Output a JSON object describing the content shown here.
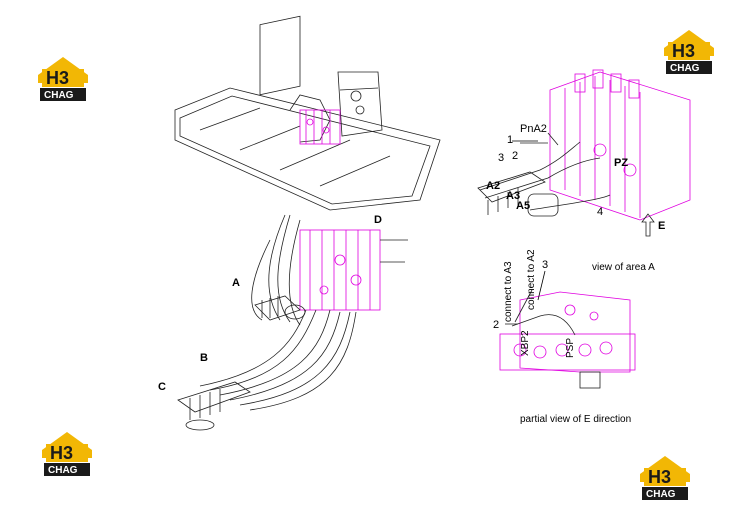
{
  "logos": [
    {
      "text_top": "H3",
      "text_bottom": "CHAG"
    },
    {
      "text_top": "H3",
      "text_bottom": "CHAG"
    },
    {
      "text_top": "H3",
      "text_bottom": "CHAG"
    },
    {
      "text_top": "H3",
      "text_bottom": "CHAG"
    }
  ],
  "colors": {
    "logo_gold": "#f2b705",
    "logo_dark": "#1a1a1a",
    "valve_magenta": "#e000e0",
    "line": "#222222"
  },
  "labels": {
    "A": "A",
    "B": "B",
    "C": "C",
    "D": "D",
    "E": "E",
    "PnA2": "PnA2",
    "PZ": "PZ",
    "A2": "A2",
    "A3": "A3",
    "A5": "A5",
    "n1": "1",
    "n2": "2",
    "n3": "3",
    "n4": "4",
    "n2b": "2",
    "n3b": "3",
    "XBP2": "XBP2",
    "PSP": "PSP",
    "connect_a3": "connect to A3",
    "connect_a2": "connect to A2",
    "view_area_a": "view of area A",
    "partial_view": "partial view of  E direction"
  }
}
